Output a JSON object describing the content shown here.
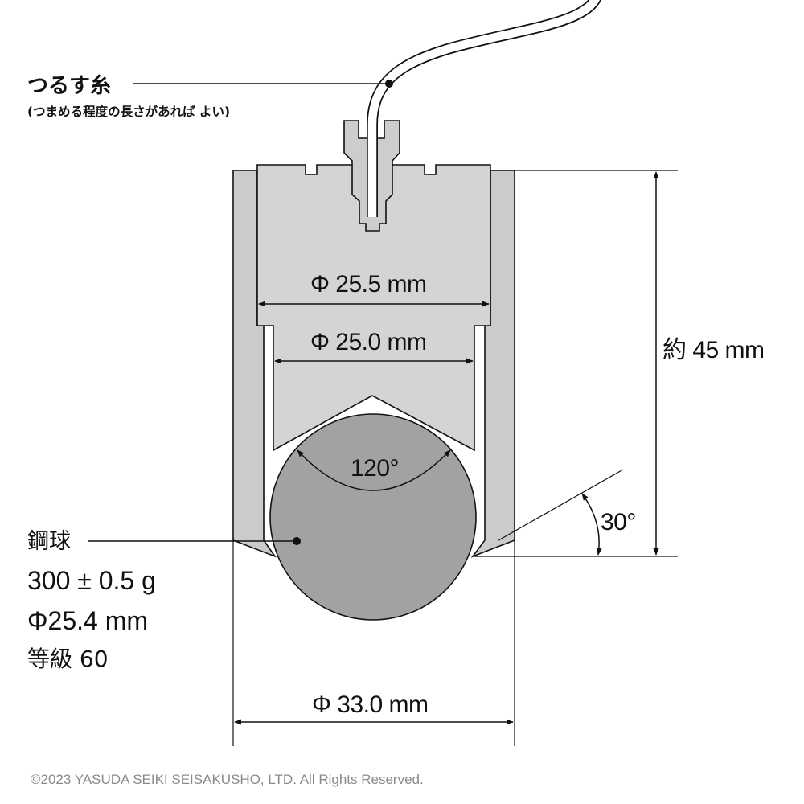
{
  "thread": {
    "label": "つるす糸",
    "note": "(つまめる程度の長さがあれば よい)"
  },
  "dimensions": {
    "inner_upper": "Φ 25.5 mm",
    "inner_lower": "Φ 25.0 mm",
    "angle_cone": "120°",
    "height": "約 45 mm",
    "angle_edge": "30°",
    "outer": "Φ 33.0 mm"
  },
  "ball": {
    "name": "鋼球",
    "mass": "300 ± 0.5 g",
    "diameter": "Φ25.4 mm",
    "grade": "等級 60"
  },
  "colors": {
    "outer_body": "#cbcbcb",
    "inner_body": "#d4d4d4",
    "ball": "#a2a2a2",
    "line": "#111111"
  },
  "copyright": "©2023 YASUDA SEIKI SEISAKUSHO, LTD. All Rights Reserved."
}
